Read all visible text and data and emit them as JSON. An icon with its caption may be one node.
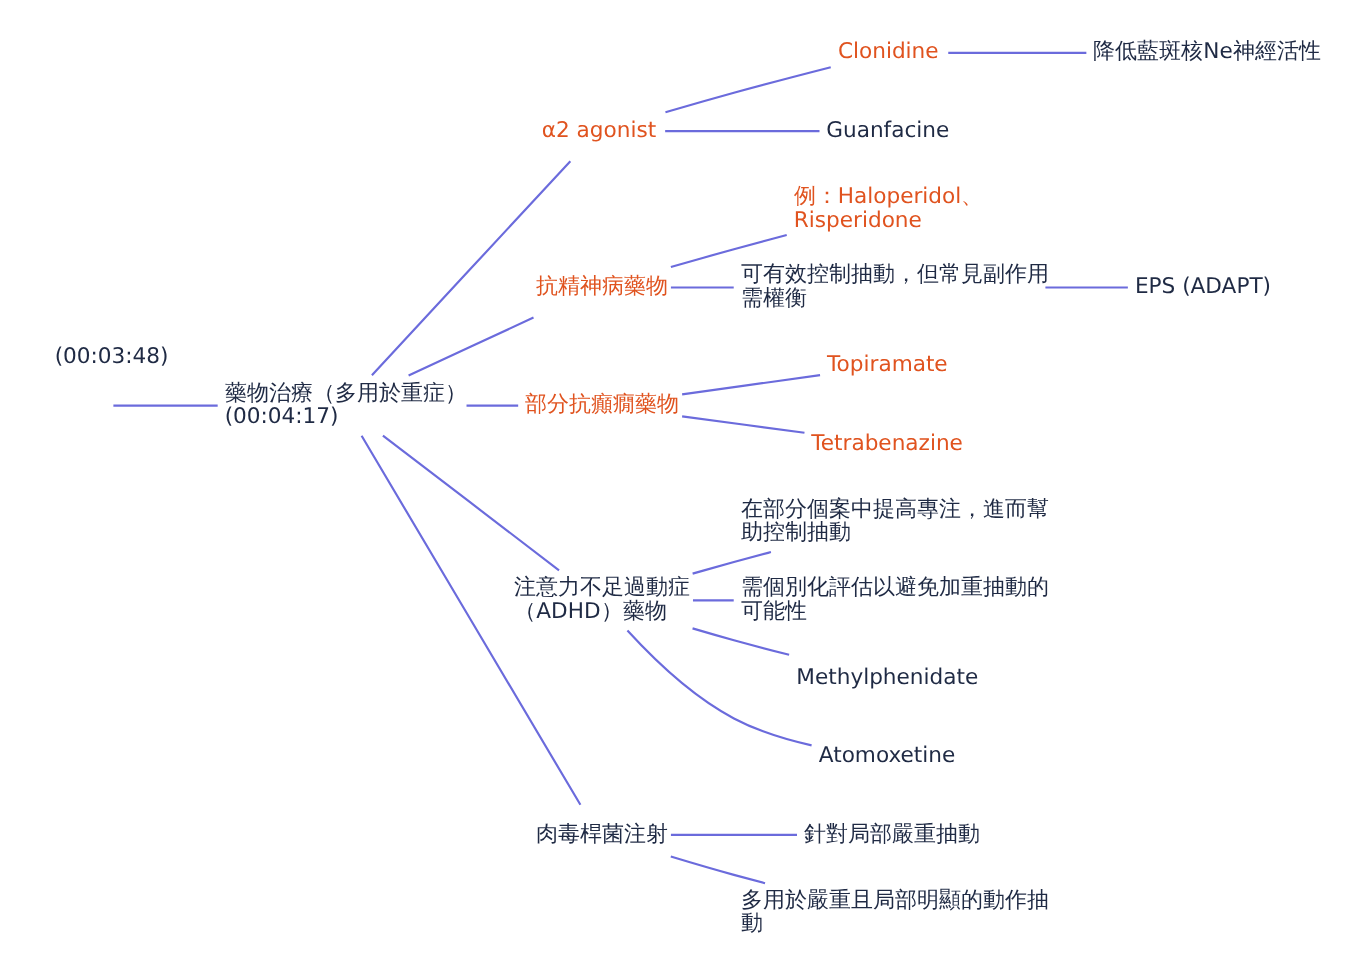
{
  "diagram": {
    "nodes": [
      {
        "text": [
          "藥物治療（多用於重症）",
          "(00:04:17)"
        ]
      },
      {
        "text": [
          "α2 agonist"
        ]
      },
      {
        "text": [
          "Clonidine"
        ]
      },
      {
        "text": [
          "降低藍斑核Ne神經活性"
        ]
      },
      {
        "text": [
          "Guanfacine"
        ]
      },
      {
        "text": [
          "抗精神病藥物"
        ]
      },
      {
        "text": [
          "例：Haloperidol、Risperidone"
        ]
      },
      {
        "text": [
          "可有效控制抽動，但常見副作用需權衡"
        ]
      },
      {
        "text": [
          "EPS (ADAPT)"
        ]
      },
      {
        "text": [
          "部分抗癲癇藥物"
        ]
      },
      {
        "text": [
          "Topiramate"
        ]
      },
      {
        "text": [
          "Tetrabenazine"
        ]
      },
      {
        "text": [
          "注意力不足過動症（ADHD）藥物"
        ]
      },
      {
        "text": [
          "在部分個案中提高專注，進而幫助控制抽動"
        ]
      },
      {
        "text": [
          "需個別化評估以避免加重抽動的可能性"
        ]
      },
      {
        "text": [
          "Methylphenidate"
        ]
      },
      {
        "text": [
          "Atomoxetine"
        ]
      },
      {
        "text": [
          "肉毒桿菌注射"
        ]
      },
      {
        "text": [
          "針對局部嚴重抽動"
        ]
      },
      {
        "text": [
          "多用於嚴重且局部明顯的動作抽動"
        ]
      }
    ],
    "edges": [
      {
        "from": null,
        "to": 0,
        "arrow": "none"
      },
      {
        "from": 0,
        "to": 1,
        "arrow": "none"
      },
      {
        "from": 1,
        "to": 2,
        "arrow": "none"
      },
      {
        "from": 2,
        "to": 3,
        "arrow": "none"
      },
      {
        "from": 1,
        "to": 4,
        "arrow": "none"
      },
      {
        "from": 0,
        "to": 5,
        "arrow": "none"
      },
      {
        "from": 5,
        "to": 6,
        "arrow": "none"
      },
      {
        "from": 5,
        "to": 7,
        "arrow": "none"
      },
      {
        "from": 7,
        "to": 8,
        "arrow": "none"
      },
      {
        "from": 0,
        "to": 9,
        "arrow": "none"
      },
      {
        "from": 9,
        "to": 10,
        "arrow": "none"
      },
      {
        "from": 9,
        "to": 11,
        "arrow": "none"
      },
      {
        "from": 0,
        "to": 12,
        "arrow": "none"
      },
      {
        "from": 12,
        "to": 13,
        "arrow": "none"
      },
      {
        "from": 12,
        "to": 14,
        "arrow": "none"
      },
      {
        "from": 12,
        "to": 15,
        "arrow": "none"
      },
      {
        "from": 12,
        "to": 16,
        "arrow": "none"
      },
      {
        "from": 0,
        "to": 17,
        "arrow": "none"
      },
      {
        "from": 17,
        "to": 18,
        "arrow": "none"
      },
      {
        "from": 17,
        "to": 19,
        "arrow": "none"
      }
    ],
    "labels": [
      "(00:03:48)"
    ]
  }
}
